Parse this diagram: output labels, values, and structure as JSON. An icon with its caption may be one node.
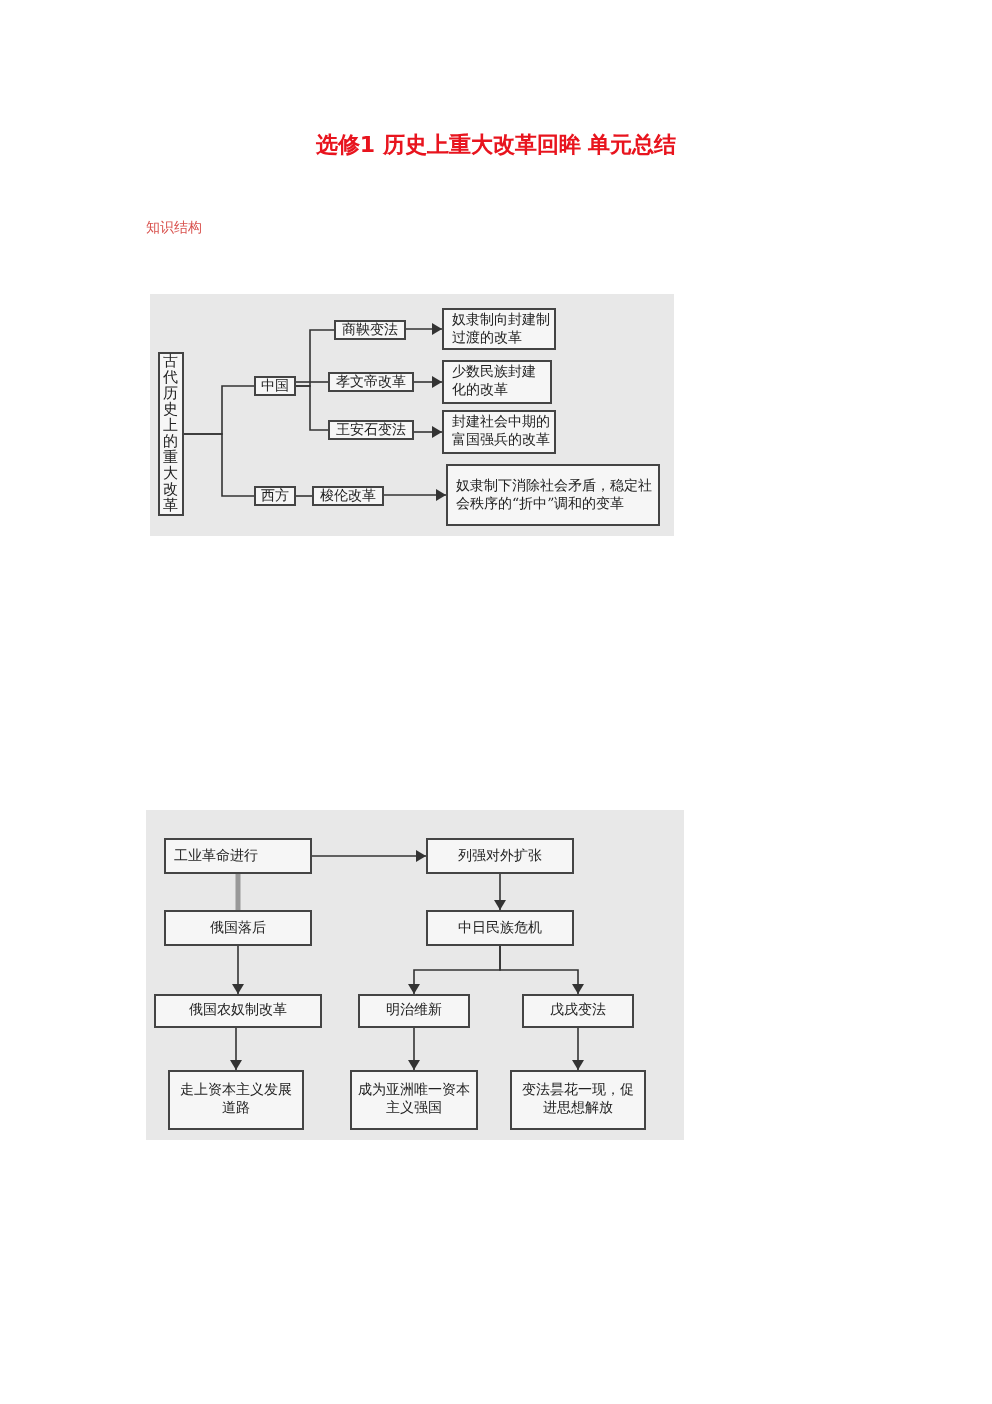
{
  "diagram": {
    "title": "选修1 历史上重大改革回眸 单元总结",
    "nodes": [
      {
        "text": [
          "古代历史上的重大改革"
        ]
      },
      {
        "text": [
          "中国"
        ]
      },
      {
        "text": [
          "商鞅变法"
        ]
      },
      {
        "text": [
          "奴隶制向封建制过渡的改革"
        ]
      },
      {
        "text": [
          "孝文帝改革"
        ]
      },
      {
        "text": [
          "少数民族封建化的改革"
        ]
      },
      {
        "text": [
          "王安石变法"
        ]
      },
      {
        "text": [
          "封建社会中期的富国强兵的改革"
        ]
      },
      {
        "text": [
          "西方"
        ]
      },
      {
        "text": [
          "梭伦改革"
        ]
      },
      {
        "text": [
          "奴隶制下消除社会矛盾，稳定社会秩序的“折中”调和的变革"
        ]
      },
      {
        "text": [
          "工业革命进行"
        ]
      },
      {
        "text": [
          "列强对外扩张"
        ]
      },
      {
        "text": [
          "俄国落后"
        ]
      },
      {
        "text": [
          "中日民族危机"
        ]
      },
      {
        "text": [
          "俄国农奴制改革"
        ]
      },
      {
        "text": [
          "明治维新"
        ]
      },
      {
        "text": [
          "戊戌变法"
        ]
      },
      {
        "text": [
          "走上资本主义发展道路"
        ]
      },
      {
        "text": [
          "成为亚洲唯一资本主义强国"
        ]
      },
      {
        "text": [
          "变法昙花一现，促进思想解放"
        ]
      }
    ],
    "edges": [
      {
        "from": 0,
        "to": 1,
        "arrow": "none"
      },
      {
        "from": 0,
        "to": 8,
        "arrow": "none"
      },
      {
        "from": 1,
        "to": 2,
        "arrow": "none"
      },
      {
        "from": 1,
        "to": 4,
        "arrow": "none"
      },
      {
        "from": 1,
        "to": 6,
        "arrow": "none"
      },
      {
        "from": 2,
        "to": 3,
        "arrow": "to"
      },
      {
        "from": 4,
        "to": 5,
        "arrow": "to"
      },
      {
        "from": 6,
        "to": 7,
        "arrow": "to"
      },
      {
        "from": 8,
        "to": 9,
        "arrow": "none"
      },
      {
        "from": 9,
        "to": 10,
        "arrow": "to"
      },
      {
        "from": 11,
        "to": 12,
        "arrow": "to"
      },
      {
        "from": 11,
        "to": 13,
        "arrow": "none",
        "style": "thick",
        "color": "#999999"
      },
      {
        "from": 13,
        "to": 15,
        "arrow": "to"
      },
      {
        "from": 12,
        "to": 14,
        "arrow": "to"
      },
      {
        "from": 14,
        "to": 16,
        "arrow": "to"
      },
      {
        "from": 14,
        "to": 17,
        "arrow": "to"
      },
      {
        "from": 15,
        "to": 18,
        "arrow": "to"
      },
      {
        "from": 16,
        "to": 19,
        "arrow": "to"
      },
      {
        "from": 17,
        "to": 20,
        "arrow": "to"
      }
    ],
    "labels": [
      "知识结构"
    ]
  }
}
